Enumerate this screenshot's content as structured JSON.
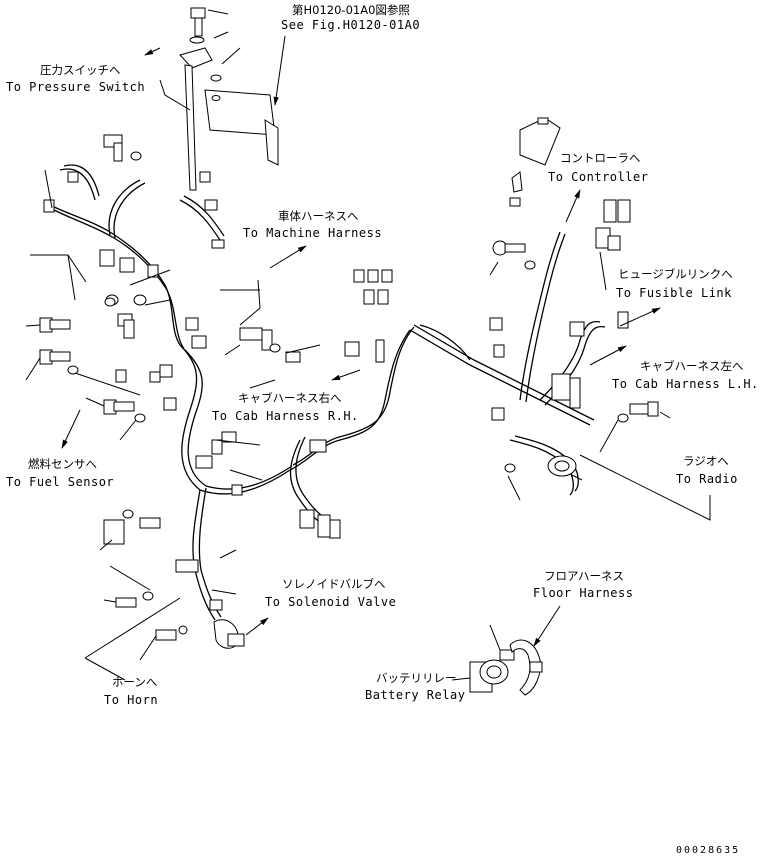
{
  "labels": {
    "see_fig_jp": "第H0120-01A0図参照",
    "see_fig_en": "See Fig.H0120-01A0",
    "pressure_switch_jp": "圧力スイッチへ",
    "pressure_switch_en": "To Pressure Switch",
    "machine_harness_jp": "車体ハーネスへ",
    "machine_harness_en": "To Machine Harness",
    "controller_jp": "コントローラへ",
    "controller_en": "To Controller",
    "fusible_link_jp": "ヒュージブルリンクへ",
    "fusible_link_en": "To Fusible Link",
    "cab_lh_jp": "キャブハーネス左へ",
    "cab_lh_en": "To Cab Harness L.H.",
    "cab_rh_jp": "キャブハーネス右へ",
    "cab_rh_en": "To Cab Harness R.H.",
    "fuel_sensor_jp": "燃料センサへ",
    "fuel_sensor_en": "To Fuel Sensor",
    "radio_jp": "ラジオへ",
    "radio_en": "To Radio",
    "solenoid_jp": "ソレノイドバルブへ",
    "solenoid_en": "To Solenoid Valve",
    "floor_jp": "フロアハーネス",
    "floor_en": "Floor Harness",
    "battery_jp": "バッテリリレー",
    "battery_en": "Battery Relay",
    "horn_jp": "ホーンへ",
    "horn_en": "To Horn",
    "drawing_number": "00028635"
  }
}
